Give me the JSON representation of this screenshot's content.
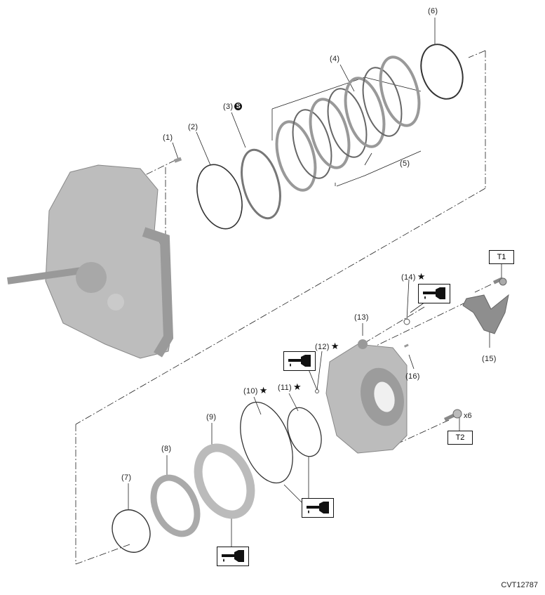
{
  "diagram": {
    "type": "exploded parts view",
    "figure_id": "CVT12787",
    "parts": [
      {
        "id": "1",
        "label": "(1)",
        "symbol": ""
      },
      {
        "id": "2",
        "label": "(2)",
        "symbol": ""
      },
      {
        "id": "3",
        "label": "(3)",
        "symbol": "S"
      },
      {
        "id": "4",
        "label": "(4)",
        "symbol": ""
      },
      {
        "id": "5",
        "label": "(5)",
        "symbol": ""
      },
      {
        "id": "6",
        "label": "(6)",
        "symbol": ""
      },
      {
        "id": "7",
        "label": "(7)",
        "symbol": ""
      },
      {
        "id": "8",
        "label": "(8)",
        "symbol": ""
      },
      {
        "id": "9",
        "label": "(9)",
        "symbol": ""
      },
      {
        "id": "10",
        "label": "(10)",
        "symbol": "★"
      },
      {
        "id": "11",
        "label": "(11)",
        "symbol": "★"
      },
      {
        "id": "12",
        "label": "(12)",
        "symbol": "★"
      },
      {
        "id": "13",
        "label": "(13)",
        "symbol": ""
      },
      {
        "id": "14",
        "label": "(14)",
        "symbol": "★"
      },
      {
        "id": "15",
        "label": "(15)",
        "symbol": ""
      },
      {
        "id": "16",
        "label": "(16)",
        "symbol": ""
      }
    ],
    "torque_labels": {
      "t1": "T1",
      "t2": "T2"
    },
    "quantity": "x6",
    "lubricant_symbol": "apply-fluid-icon"
  }
}
